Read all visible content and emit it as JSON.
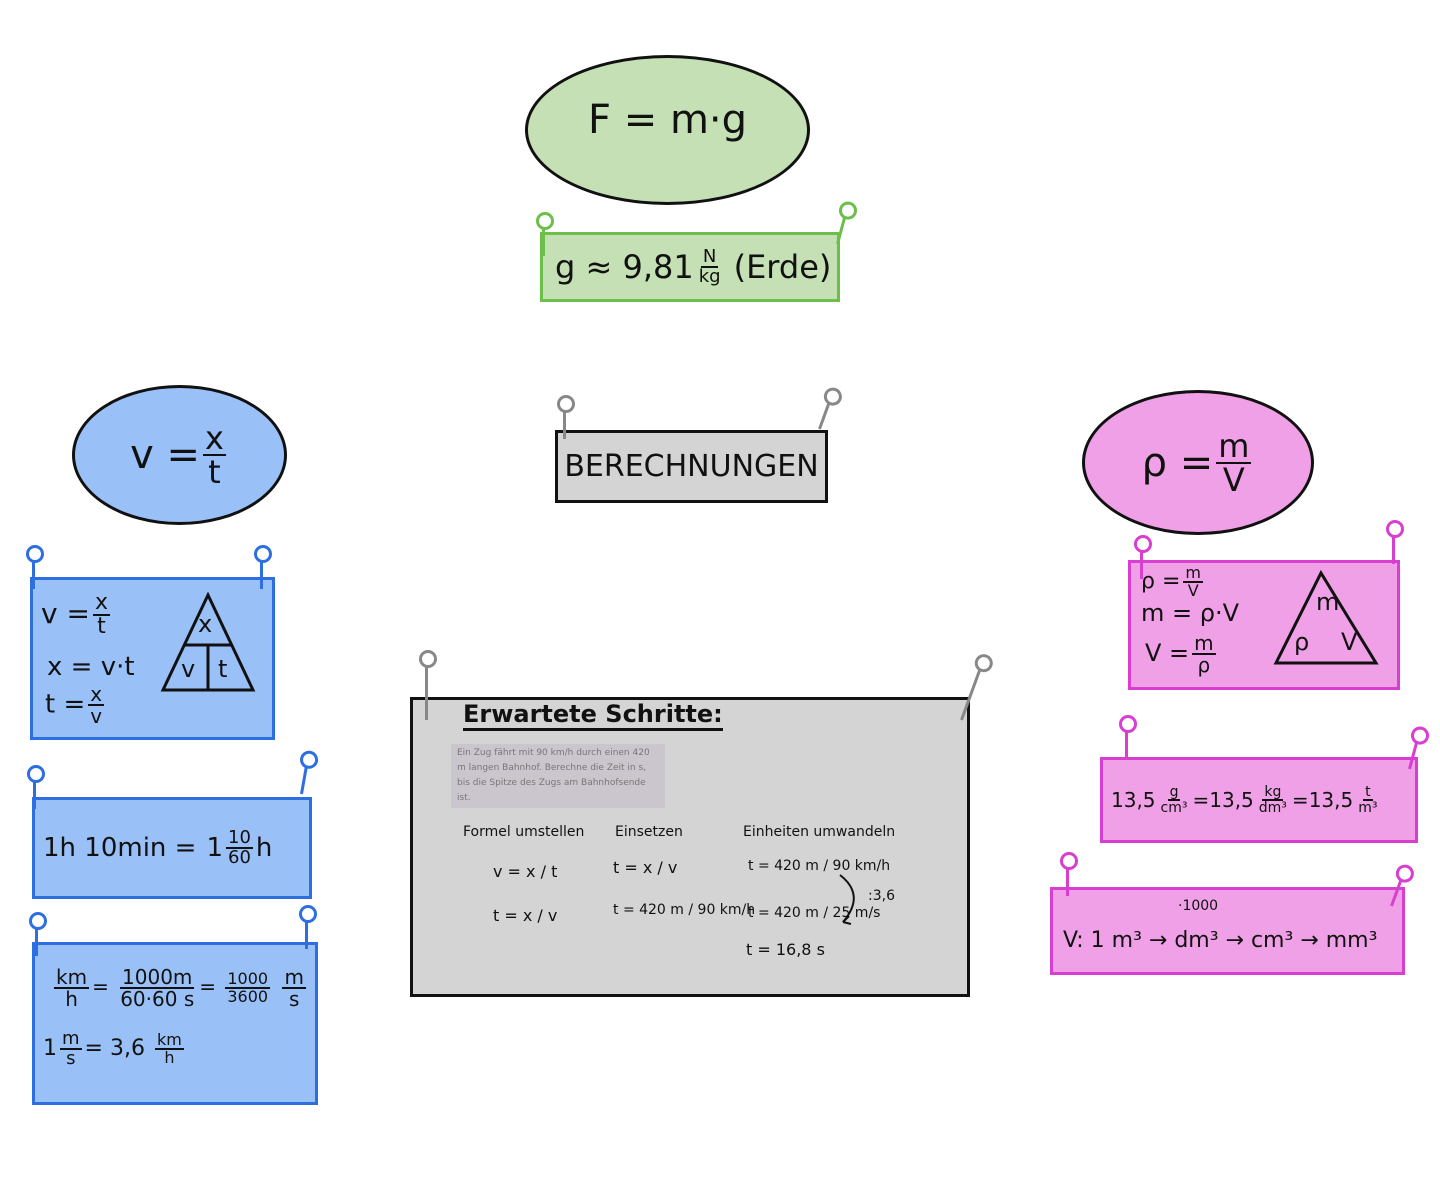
{
  "weight": {
    "formula": "F = m·g",
    "g_label": "g ≈ 9,81",
    "unit_num": "N",
    "unit_den": "kg",
    "note": "(Erde)"
  },
  "title": "BERECHNUNGEN",
  "speed": {
    "cloud_lhs": "v =",
    "num": "x",
    "den": "t",
    "box1": {
      "l1": "v =",
      "l2": "x = v·t",
      "l3": "t =",
      "x": "x",
      "t": "t",
      "v": "v",
      "tri_top": "x",
      "tri_left": "v",
      "tri_right": "t"
    },
    "box2": {
      "lhs": "1h 10min =",
      "whole": "1",
      "num": "10",
      "den": "60",
      "unit": "h"
    },
    "box3": {
      "km": "km",
      "h": "h",
      "num2": "1000m",
      "den2": "60·60 s",
      "num3": "1000",
      "den3": "3600",
      "m": "m",
      "s": "s",
      "eq": "=",
      "line2_pre": "1",
      "line2_mid": "= 3,6"
    }
  },
  "density": {
    "cloud_lhs": "ρ =",
    "num": "m",
    "den": "V",
    "box1": {
      "l1": "ρ =",
      "l2": "m = ρ·V",
      "l3": "V =",
      "m": "m",
      "V": "V",
      "rho": "ρ",
      "tri_top": "m",
      "tri_left": "ρ",
      "tri_right": "V"
    },
    "box2": {
      "a": "13,5",
      "a_num": "g",
      "a_den": "cm³",
      "eq": "=",
      "b": "13,5",
      "b_num": "kg",
      "b_den": "dm³",
      "c": "13,5",
      "c_num": "t",
      "c_den": "m³"
    },
    "box3": {
      "text": "V: 1 m³ → dm³ → cm³ → mm³",
      "factor": "·1000"
    }
  },
  "board": {
    "title": "Erwartete Schritte:",
    "task": "Ein Zug fährt mit 90 km/h durch einen 420 m langen Bahnhof. Berechne die Zeit in s, bis die Spitze des Zugs am Bahnhofsende ist.",
    "columns": [
      {
        "heading": "Formel umstellen",
        "lines": [
          "v = x / t",
          "t = x / v"
        ]
      },
      {
        "heading": "Einsetzen",
        "lines": [
          "t = x / v",
          "t = 420 m / 90 km/h"
        ]
      },
      {
        "heading": "Einheiten umwandeln",
        "lines": [
          "t = 420 m / 90 km/h",
          "t = 420 m / 25 m/s",
          "t = 16,8 s"
        ],
        "note": ":3,6"
      }
    ]
  }
}
